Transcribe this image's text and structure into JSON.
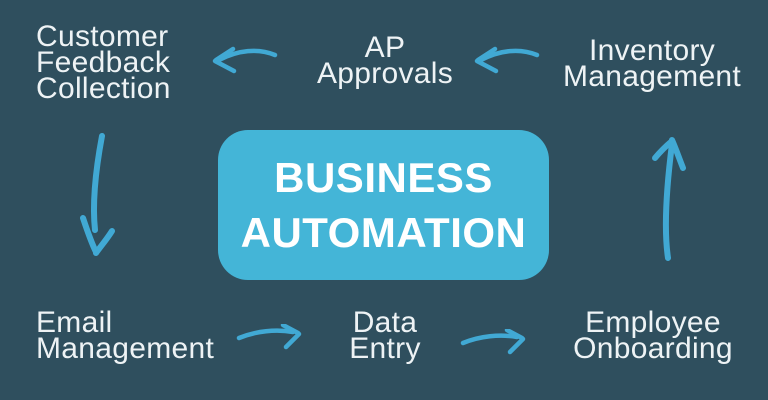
{
  "diagram": {
    "type": "cycle",
    "center": {
      "line1": "BUSINESS",
      "line2": "AUTOMATION"
    },
    "nodes": [
      {
        "id": "customer-feedback-collection",
        "lines": [
          "Customer",
          "Feedback",
          "Collection"
        ]
      },
      {
        "id": "ap-approvals",
        "lines": [
          "AP",
          "Approvals"
        ]
      },
      {
        "id": "inventory-management",
        "lines": [
          "Inventory",
          "Management"
        ]
      },
      {
        "id": "email-management",
        "lines": [
          "Email",
          "Management"
        ]
      },
      {
        "id": "data-entry",
        "lines": [
          "Data",
          "Entry"
        ]
      },
      {
        "id": "employee-onboarding",
        "lines": [
          "Employee",
          "Onboarding"
        ]
      }
    ],
    "arrows": [
      {
        "name": "arrow-ap-approvals-to-customer-feedback",
        "direction": "left"
      },
      {
        "name": "arrow-inventory-to-ap-approvals",
        "direction": "left"
      },
      {
        "name": "arrow-customer-feedback-to-email",
        "direction": "down"
      },
      {
        "name": "arrow-email-to-data-entry",
        "direction": "right"
      },
      {
        "name": "arrow-data-entry-to-employee",
        "direction": "right"
      },
      {
        "name": "arrow-employee-to-inventory",
        "direction": "up"
      }
    ],
    "colors": {
      "background": "#2f4f5e",
      "center_box_fill": "#44b5d7",
      "center_box_text": "#ffffff",
      "label_text": "#eef3f5",
      "arrow": "#41a9d4"
    }
  }
}
